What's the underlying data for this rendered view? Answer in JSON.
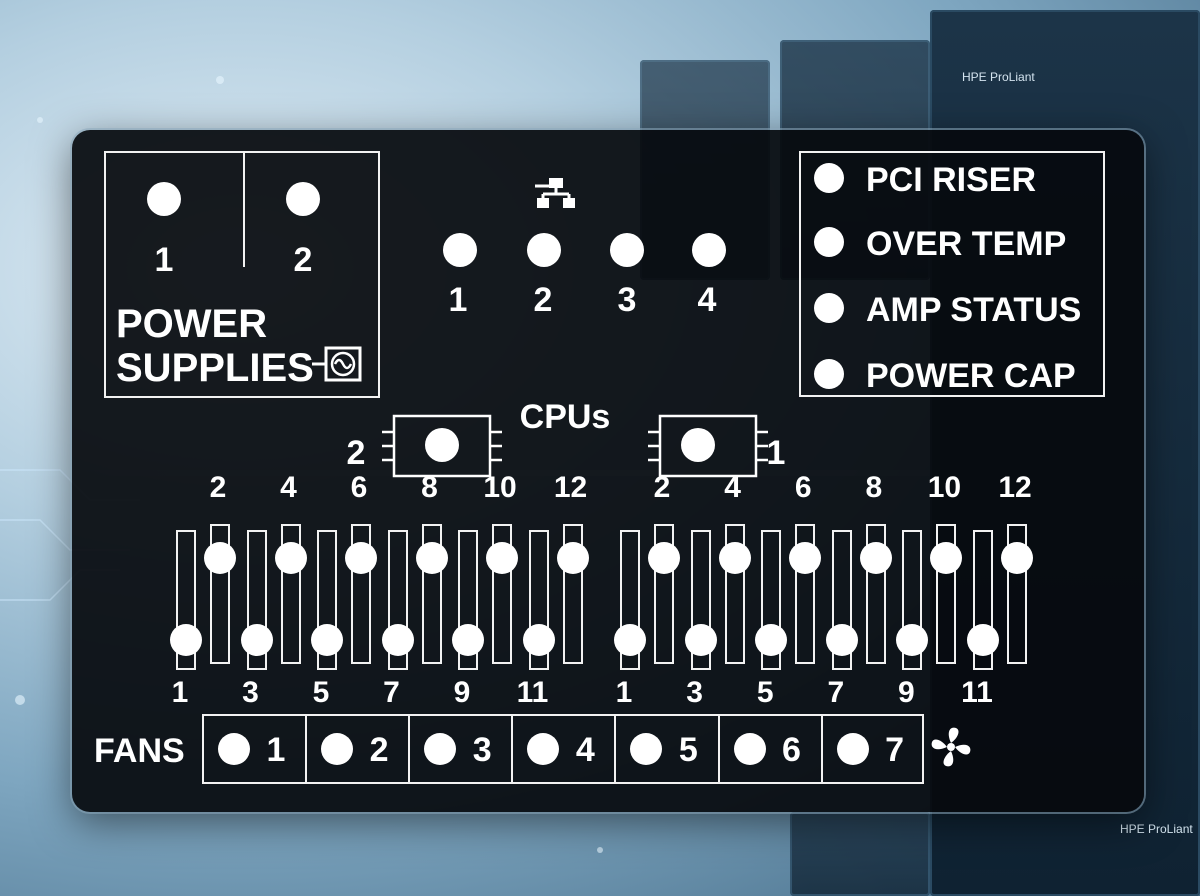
{
  "background": {
    "rack_label_top": "HPE ProLiant",
    "rack_label_bottom": "HPE ProLiant"
  },
  "power_supplies": {
    "label_line1": "POWER",
    "label_line2": "SUPPLIES",
    "units": [
      {
        "label": "1"
      },
      {
        "label": "2"
      }
    ],
    "icon": "power-supply-icon"
  },
  "network": {
    "icon": "network-icon",
    "ports": [
      {
        "label": "1"
      },
      {
        "label": "2"
      },
      {
        "label": "3"
      },
      {
        "label": "4"
      }
    ]
  },
  "status": {
    "items": [
      {
        "label": "PCI RISER"
      },
      {
        "label": "OVER TEMP"
      },
      {
        "label": "AMP STATUS"
      },
      {
        "label": "POWER CAP"
      }
    ]
  },
  "cpus": {
    "title": "CPUs",
    "left_label": "2",
    "right_label": "1"
  },
  "dimms": {
    "left_top": [
      "2",
      "4",
      "6",
      "8",
      "10",
      "12"
    ],
    "left_bottom": [
      "1",
      "3",
      "5",
      "7",
      "9",
      "11"
    ],
    "right_top": [
      "2",
      "4",
      "6",
      "8",
      "10",
      "12"
    ],
    "right_bottom": [
      "1",
      "3",
      "5",
      "7",
      "9",
      "11"
    ]
  },
  "fans": {
    "label": "FANS",
    "icon": "fan-icon",
    "items": [
      {
        "label": "1"
      },
      {
        "label": "2"
      },
      {
        "label": "3"
      },
      {
        "label": "4"
      },
      {
        "label": "5"
      },
      {
        "label": "6"
      },
      {
        "label": "7"
      }
    ]
  },
  "colors": {
    "led": "#ffffff",
    "panel": "#06090d",
    "outline": "#f2f2f2"
  }
}
